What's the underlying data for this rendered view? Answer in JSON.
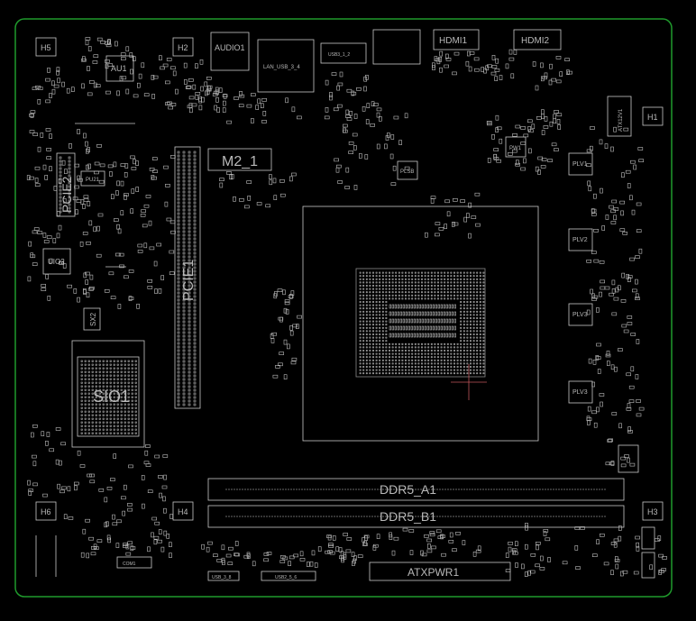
{
  "board": {
    "outline_color": "#1f9a2c",
    "silk_color": "#c8c8c8",
    "cursor_color": "#c0555a",
    "labels": {
      "h5": "H5",
      "h2": "H2",
      "h1": "H1",
      "h6": "H6",
      "h4": "H4",
      "h3": "H3",
      "au1": "AU1",
      "audio1": "AUDIO1",
      "lan_usb": "LAN_USB_3_4",
      "usb_1_2": "USB3_1_2",
      "hdmi1": "HDMI1",
      "hdmi2": "HDMI2",
      "atx12v1": "ATX12V1",
      "pcie2": "PCIE2",
      "pu21": "PU21",
      "m2_1": "M2_1",
      "pcie1": "PCIE1",
      "uio2": "UIO2",
      "sx2": "SX2",
      "plsb": "PLSB",
      "pw1": "PW1",
      "plv1": "PLV1",
      "plv2": "PLV2",
      "plv3": "PLV3",
      "plv4": "PLV3",
      "sio1": "SIO1",
      "ddr5_a1": "DDR5_A1",
      "ddr5_b1": "DDR5_B1",
      "atxpwr1": "ATXPWR1",
      "usb_3_8": "USB_3_8",
      "usb_front": "USB2_5_6",
      "com1": "COM1"
    }
  }
}
